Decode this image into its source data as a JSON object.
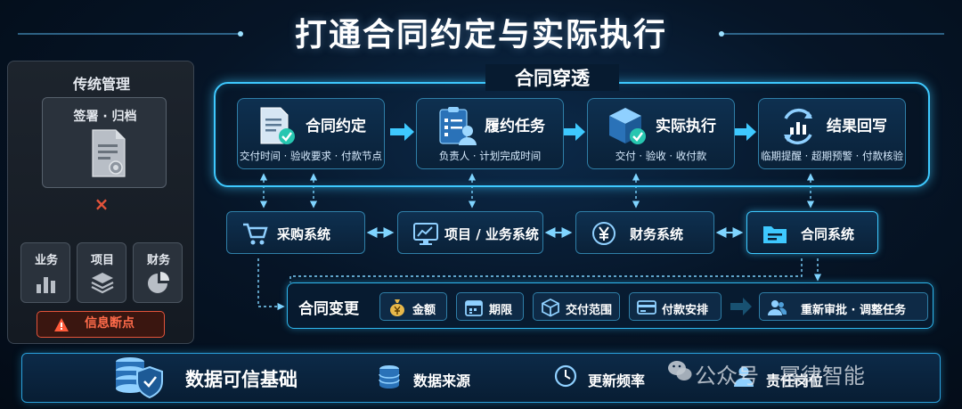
{
  "title": "打通合同约定与实际执行",
  "colors": {
    "accent": "#3ec9ff",
    "alert": "#e4533a",
    "background": "#061527"
  },
  "traditional": {
    "title": "传统管理",
    "sign_archive": "签署 · 归档",
    "departments": [
      {
        "label": "业务",
        "icon": "bar-chart-icon"
      },
      {
        "label": "项目",
        "icon": "layers-icon"
      },
      {
        "label": "财务",
        "icon": "pie-chart-icon"
      }
    ],
    "info_break": "信息断点",
    "break_mark": "×"
  },
  "penetration": {
    "title": "合同穿透",
    "steps": [
      {
        "name": "合同约定",
        "desc": "交付时间 · 验收要求 · 付款节点",
        "icon": "contract-document-icon"
      },
      {
        "name": "履约任务",
        "desc": "负责人 · 计划完成时间",
        "icon": "task-checklist-icon"
      },
      {
        "name": "实际执行",
        "desc": "交付 · 验收 · 收付款",
        "icon": "cube-check-icon"
      },
      {
        "name": "结果回写",
        "desc": "临期提醒 · 超期预警 · 付款核验",
        "icon": "cycle-chart-icon"
      }
    ]
  },
  "systems": [
    {
      "name": "采购系统",
      "icon": "cart-icon"
    },
    {
      "name": "项目 / 业务系统",
      "icon": "monitor-chart-icon"
    },
    {
      "name": "财务系统",
      "icon": "yen-coin-icon"
    },
    {
      "name": "合同系统",
      "icon": "folder-icon"
    }
  ],
  "change": {
    "title": "合同变更",
    "items": [
      {
        "label": "金额",
        "icon": "money-bag-icon"
      },
      {
        "label": "期限",
        "icon": "calendar-icon"
      },
      {
        "label": "交付范围",
        "icon": "box-icon"
      },
      {
        "label": "付款安排",
        "icon": "card-icon"
      }
    ],
    "result": {
      "label": "重新审批 · 调整任务",
      "icon": "user-group-icon"
    }
  },
  "foundation": {
    "title": "数据可信基础",
    "items": [
      {
        "label": "数据来源",
        "icon": "database-icon"
      },
      {
        "label": "更新频率",
        "icon": "clock-icon"
      },
      {
        "label": "责任岗位",
        "icon": "person-icon"
      }
    ]
  },
  "watermark": "公众号 · 幂律智能"
}
